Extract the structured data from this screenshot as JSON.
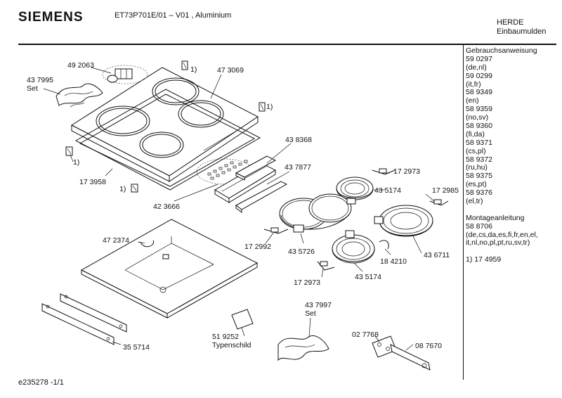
{
  "header": {
    "brand": "SIEMENS",
    "model": "ET73P701E/01 – V01 , Aluminium",
    "category_line1": "HERDE",
    "category_line2": "Einbaumulden"
  },
  "footer": {
    "doc_id": "e235278 -1/1"
  },
  "side_panel": {
    "lines": [
      "Gebrauchsanweisung",
      "59 0297",
      "(de,nl)",
      "59 0299",
      "(it,fr)",
      "58 9349",
      "(en)",
      "58 9359",
      "(no,sv)",
      "58 9360",
      "(fi,da)",
      "58 9371",
      "(cs,pl)",
      "58 9372",
      "(ru,hu)",
      "58 9375",
      "(es,pt)",
      "58 9376",
      "(el,tr)",
      "",
      "Montageanleitung",
      "58 8706",
      "(de,cs,da,es,fi,fr,en,el,",
      "it,nl,no,pl,pt,ru,sv,tr)",
      "",
      "1) 17 4959"
    ]
  },
  "parts": {
    "p492063": "49 2063",
    "p437995": "43 7995",
    "p437995_set": "Set",
    "p473069": "47 3069",
    "note_a": "1)",
    "note_b": "1)",
    "note_c": "1)",
    "note_d": "1)",
    "p173958": "17 3958",
    "p438368": "43 8368",
    "p437877": "43 7877",
    "p423666": "42 3666",
    "p172973_a": "17 2973",
    "p435174_a": "43 5174",
    "p172985": "17 2985",
    "p472374": "47 2374",
    "p172992": "17 2992",
    "p435726": "43 5726",
    "p436711": "43 6711",
    "p184210": "18 4210",
    "p172973_b": "17 2973",
    "p435174_b": "43 5174",
    "p355714": "35 5714",
    "p437997": "43 7997",
    "p437997_set": "Set",
    "p519252": "51 9252",
    "p519252_sub": "Typenschild",
    "p027768": "02 7768",
    "p087670": "08 7670"
  }
}
